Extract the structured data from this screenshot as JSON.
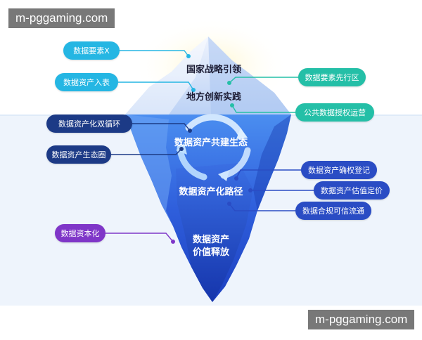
{
  "watermarks": {
    "top": "m-pggaming.com",
    "bottom": "m-pggaming.com"
  },
  "center_labels": {
    "strategy": "国家战略引领",
    "practice": "地方创新实践",
    "ecosystem": "数据资产共建生态",
    "path": "数据资产化路径",
    "release_line1": "数据资产",
    "release_line2": "价值释放"
  },
  "callouts": {
    "data_elements_x": "数据要素X",
    "data_assets_listing": "数据资产入表",
    "pilot_zone": "数据要素先行区",
    "public_data_authorization": "公共数据授权运营",
    "dual_circulation": "数据资产化双循环",
    "ecosystem_circle": "数据资产生态圈",
    "rights_registration": "数据资产确权登记",
    "valuation_pricing": "数据资产估值定价",
    "compliant_circulation": "数据合规可信流通",
    "capitalization": "数据资本化"
  },
  "colors": {
    "cyan": "#25b6e3",
    "green": "#24bfa7",
    "navy": "#1c3a86",
    "royal": "#2a4cc4",
    "purple": "#7f36c8",
    "water": "#eef4fc"
  }
}
